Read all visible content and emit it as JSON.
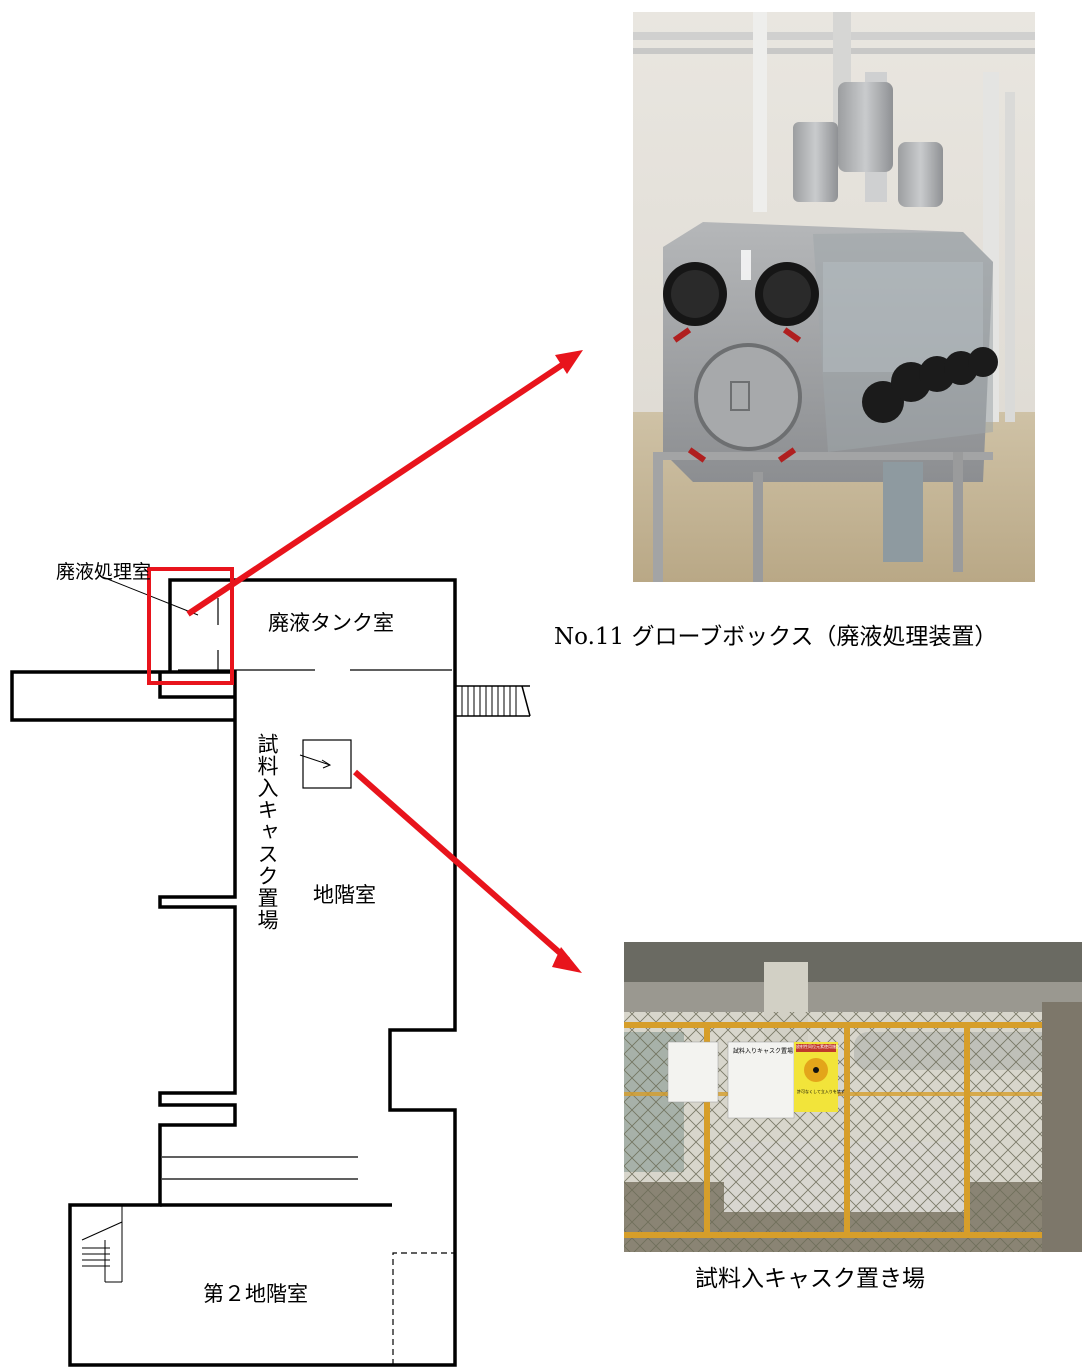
{
  "labels": {
    "waste_treatment_room": "廃液処理室",
    "waste_tank_room": "廃液タンク室",
    "cask_storage_vertical": "試料入キャスク置場",
    "basement_room": "地階室",
    "second_basement_room": "第２地階室"
  },
  "captions": {
    "glovebox": "No.11 グローブボックス（廃液処理装置）",
    "cask_storage": "試料入キャスク置き場"
  },
  "signs": {
    "cask_sign_title": "試料入りキャスク置場",
    "radiation_warning": "許可なくして立入りを禁ず",
    "controlled_area": "放射性同位元素使用施設"
  },
  "colors": {
    "highlight": "#e8141c",
    "arrow": "#e8141c",
    "wall": "#000000"
  }
}
